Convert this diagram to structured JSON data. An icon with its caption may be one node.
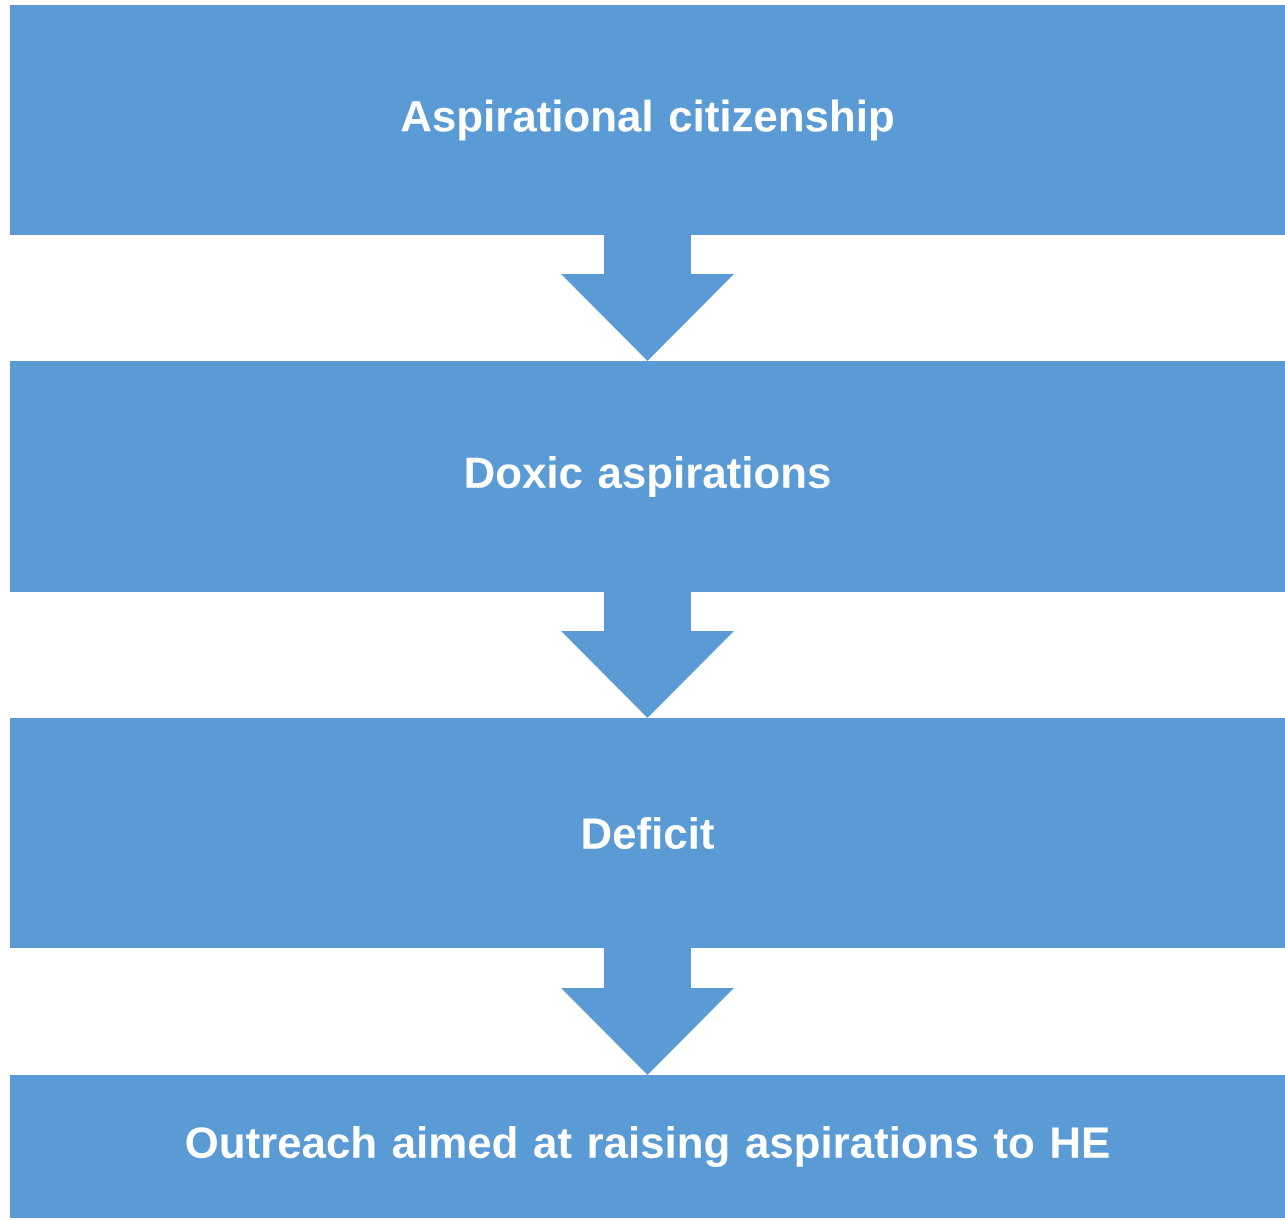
{
  "diagram": {
    "nodes": [
      {
        "text": [
          "Aspirational citizenship"
        ]
      },
      {
        "text": [
          "Doxic aspirations"
        ]
      },
      {
        "text": [
          "Deficit"
        ]
      },
      {
        "text": [
          "Outreach aimed at raising aspirations to HE"
        ]
      }
    ],
    "edges": [
      {
        "from": 0,
        "to": 1,
        "arrow": "to"
      },
      {
        "from": 1,
        "to": 2,
        "arrow": "to"
      },
      {
        "from": 2,
        "to": 3,
        "arrow": "to"
      }
    ]
  }
}
